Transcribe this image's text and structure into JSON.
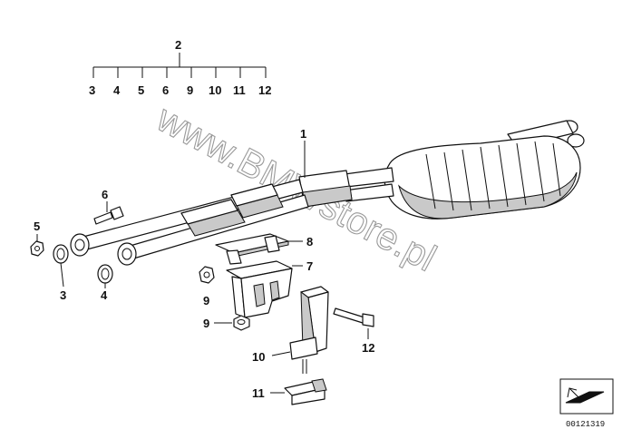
{
  "callouts": {
    "c1": "1",
    "c2": "2",
    "group2": [
      "3",
      "4",
      "5",
      "6",
      "9",
      "10",
      "11",
      "12"
    ],
    "c3": "3",
    "c4": "4",
    "c5": "5",
    "c6": "6",
    "c7": "7",
    "c8": "8",
    "c9a": "9",
    "c9b": "9",
    "c10": "10",
    "c11": "11",
    "c12": "12"
  },
  "watermark": "www.BMWstore.pl",
  "reference_number": "00121319"
}
